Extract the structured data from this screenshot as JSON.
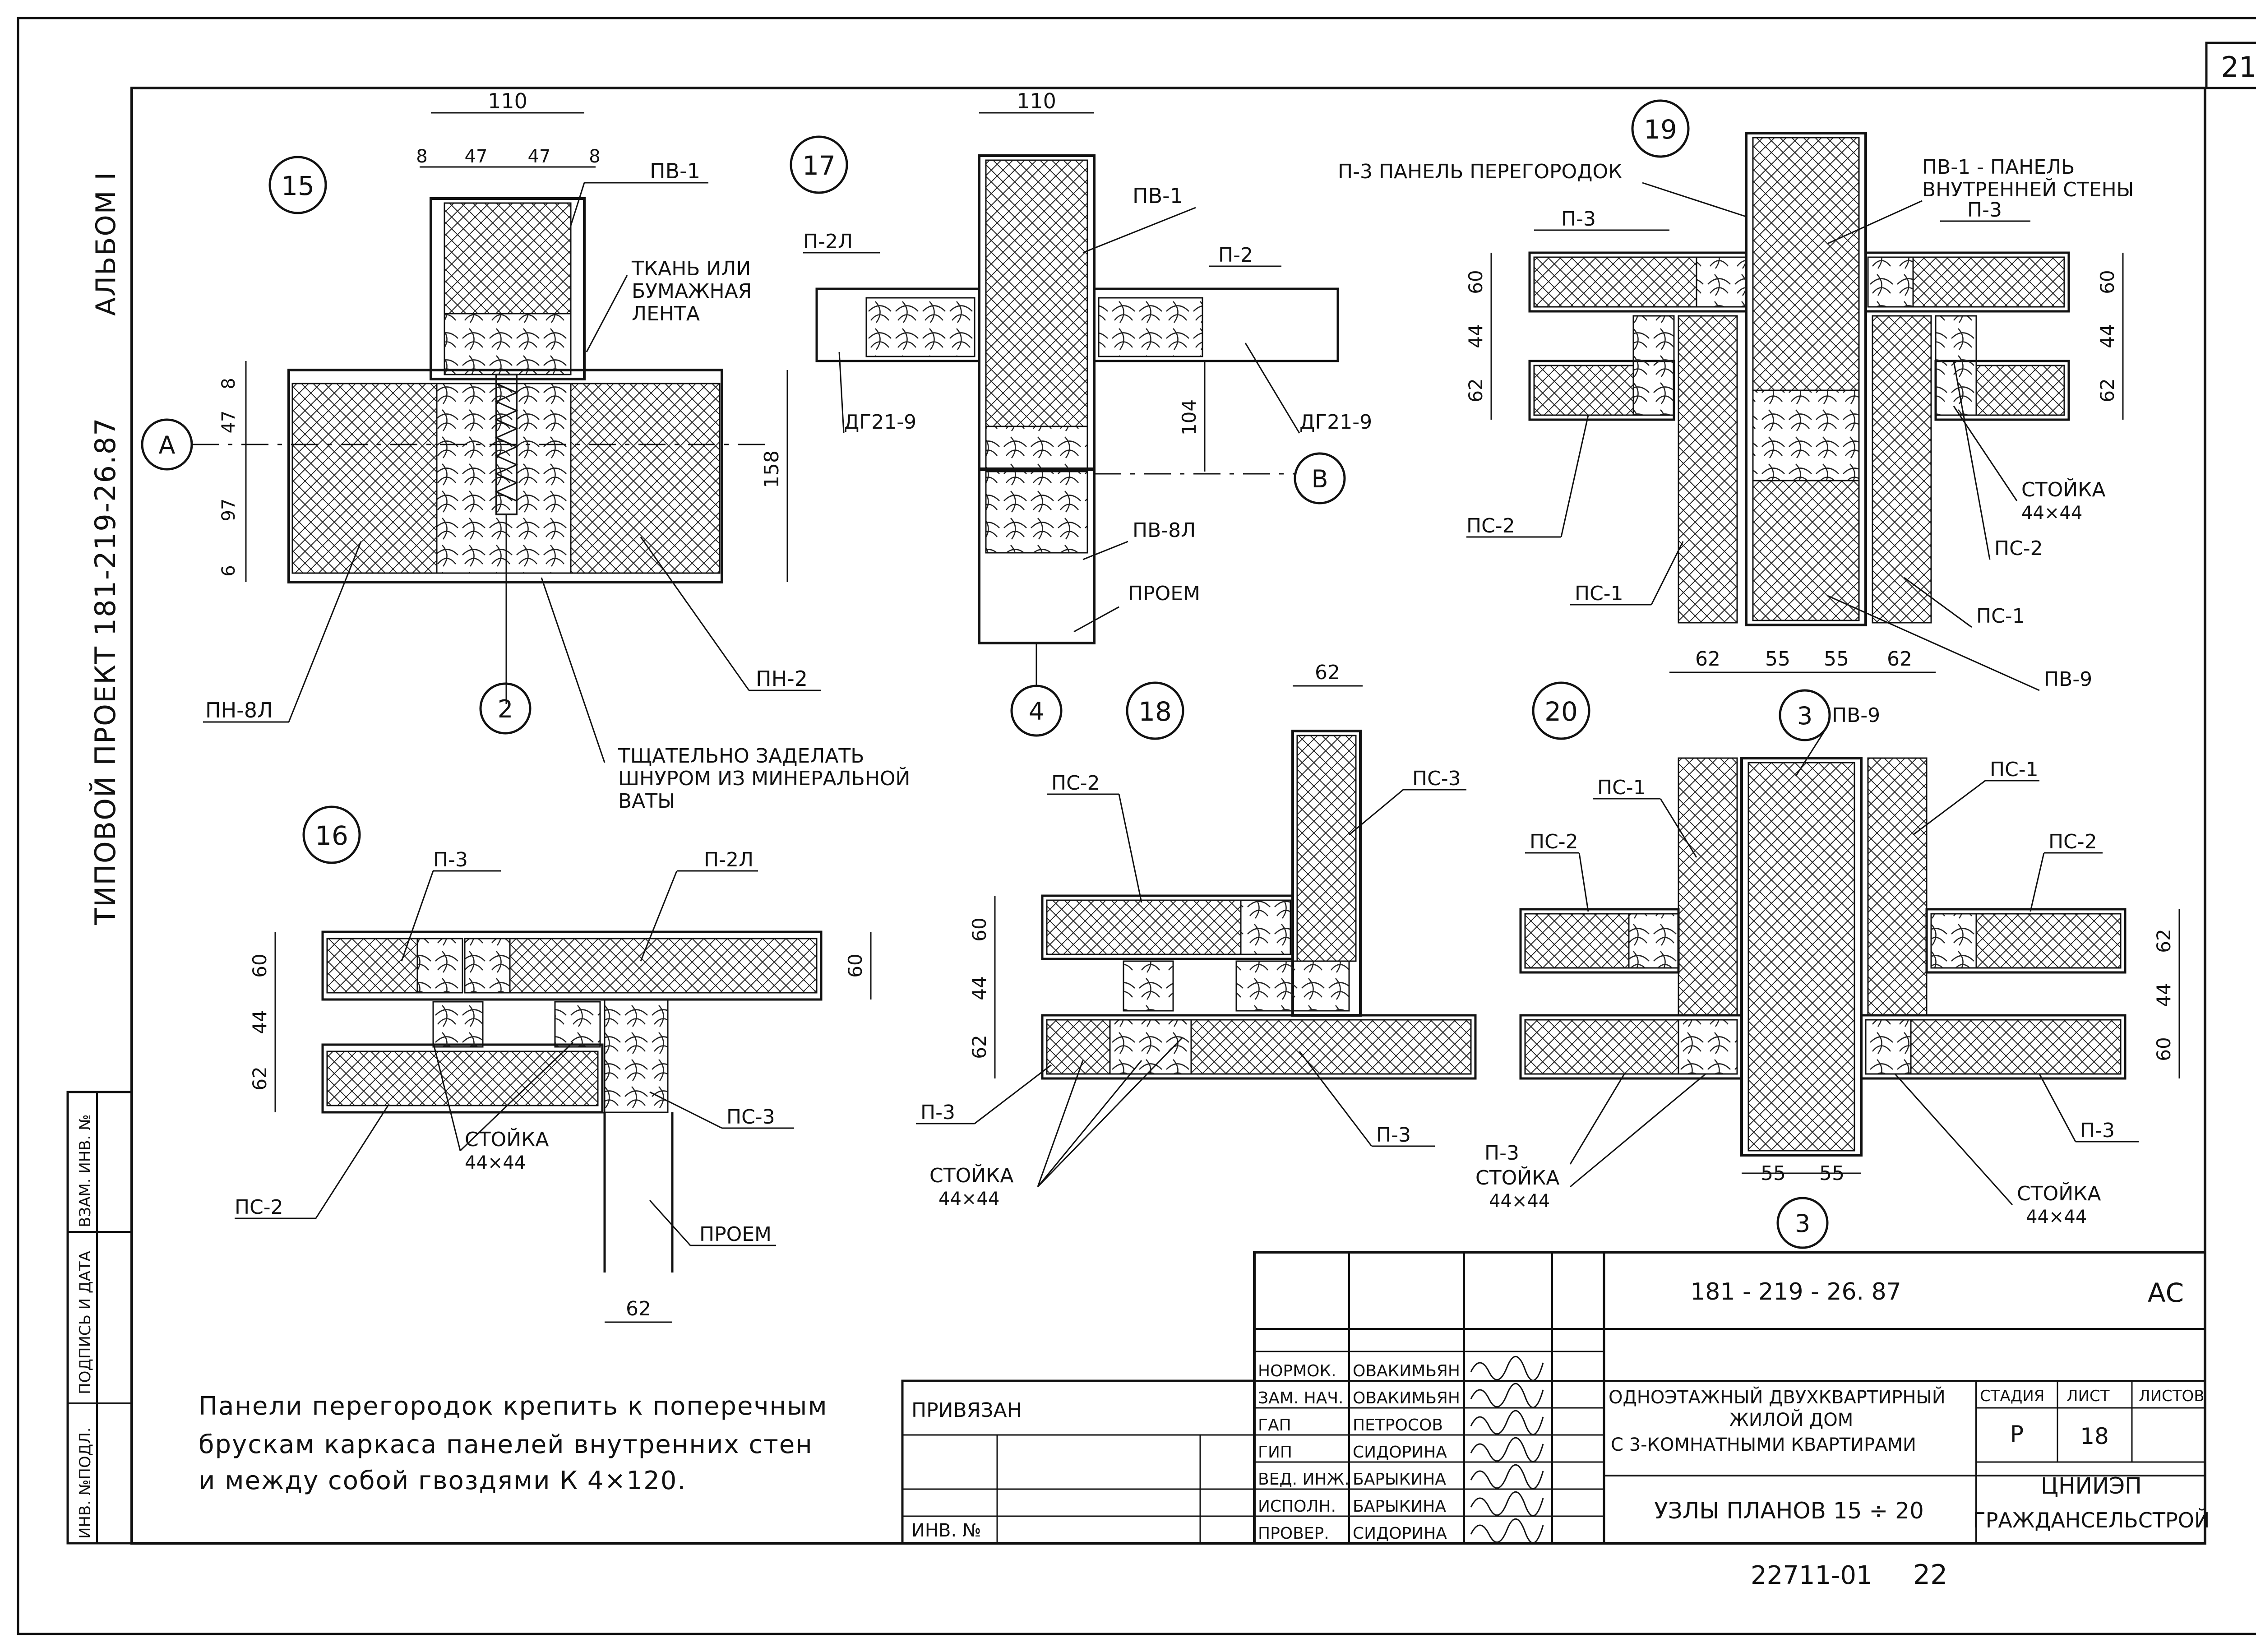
{
  "sheet": {
    "corner_number": "21",
    "album": "АЛЬБОМ I",
    "project": "ТИПОВОЙ ПРОЕКТ 181-219-26.87",
    "side_stamp": [
      "ИНВ. №ПОДЛ.",
      "ПОДПИСЬ И ДАТА",
      "ВЗАМ. ИНВ. №"
    ]
  },
  "nodes": {
    "n15": "15",
    "n16": "16",
    "n17": "17",
    "n18": "18",
    "n19": "19",
    "n20": "20"
  },
  "axes": {
    "a": "А",
    "b": "В",
    "two": "2",
    "four": "4",
    "three_a": "3",
    "three_b": "3"
  },
  "node15": {
    "dim_110": "110",
    "dim_8a": "8",
    "dim_47a": "47",
    "dim_47b": "47",
    "dim_8b": "8",
    "dim_v8": "8",
    "dim_v47": "47",
    "dim_v97": "97",
    "dim_v6": "6",
    "dim_158": "158",
    "pv1": "ПВ-1",
    "tape": [
      "ТКАНЬ ИЛИ",
      "БУМАЖНАЯ",
      "ЛЕНТА"
    ],
    "pn8l": "ПН-8Л",
    "pn2": "ПН-2",
    "note": [
      "ТЩАТЕЛЬНО ЗАДЕЛАТЬ",
      "ШНУРОМ ИЗ МИНЕРАЛЬНОЙ",
      "ВАТЫ"
    ]
  },
  "node16": {
    "p3": "П-3",
    "p2l": "П-2Л",
    "ps3": "ПС-3",
    "ps2": "ПС-2",
    "stoyka": "СТОЙКА",
    "size": "44×44",
    "proem": "ПРОЕМ",
    "dim_60": "60",
    "dim_44": "44",
    "dim_62": "62",
    "dim_60r": "60",
    "dim_62b": "62"
  },
  "node17": {
    "dim_110": "110",
    "p2l": "П-2Л",
    "pv1": "ПВ-1",
    "p2": "П-2",
    "dg_left": "ДГ21-9",
    "dg_right": "ДГ21-9",
    "dim_104": "104",
    "pv8l": "ПВ-8Л",
    "proem": "ПРОЕМ"
  },
  "node18": {
    "dim_62": "62",
    "ps2": "ПС-2",
    "ps3": "ПС-3",
    "p3a": "П-3",
    "p3b": "П-3",
    "stoyka": "СТОЙКА",
    "size": "44×44",
    "dim_60": "60",
    "dim_44": "44",
    "dim_62v": "62"
  },
  "node19": {
    "p3_top": "П-3 ПАНЕЛЬ ПЕРЕГОРОДОК",
    "pv1_top": [
      "ПВ-1 - ПАНЕЛЬ",
      "ВНУТРЕННЕЙ СТЕНЫ"
    ],
    "p3a": "П-3",
    "p3b": "П-3",
    "ps2a": "ПС-2",
    "ps2b": "ПС-2",
    "ps1a": "ПС-1",
    "ps1b": "ПС-1",
    "pv9": "ПВ-9",
    "stoyka": "СТОЙКА",
    "size": "44×44",
    "dims_bottom": [
      "62",
      "55",
      "55",
      "62"
    ],
    "dims_left": [
      "60",
      "44",
      "62"
    ],
    "dims_right": [
      "60",
      "44",
      "62"
    ]
  },
  "node20": {
    "pv9": "ПВ-9",
    "ps1a": "ПС-1",
    "ps1b": "ПС-1",
    "ps2a": "ПС-2",
    "ps2b": "ПС-2",
    "p3a": "П-3",
    "p3b": "П-3",
    "stoyka_l": "СТОЙКА",
    "size_l": "44×44",
    "stoyka_r": "СТОЙКА",
    "size_r": "44×44",
    "dims_bottom": [
      "55",
      "55"
    ],
    "dims_right": [
      "62",
      "44",
      "60"
    ]
  },
  "general_note": [
    "Панели перегородок крепить к поперечным",
    "брускам каркаса панелей внутренних стен",
    "и между собой гвоздями К 4×120."
  ],
  "title_block": {
    "code": "181 - 219 - 26. 87",
    "mark": "АС",
    "privyazan": "ПРИВЯЗАН",
    "inv_no": "ИНВ. №",
    "roles": [
      "НОРМОК.",
      "ЗАМ. НАЧ.",
      "ГАП",
      "ГИП",
      "ВЕД. ИНЖ.",
      "ИСПОЛН.",
      "ПРОВЕР."
    ],
    "names": [
      "ОВАКИМЬЯН",
      "ОВАКИМЬЯН",
      "ПЕТРОСОВ",
      "СИДОРИНА",
      "БАРЫКИНА",
      "БАРЫКИНА",
      "СИДОРИНА"
    ],
    "object": [
      "ОДНОЭТАЖНЫЙ ДВУХКВАРТИРНЫЙ",
      "ЖИЛОЙ ДОМ",
      "С 3-КОМНАТНЫМИ КВАРТИРАМИ"
    ],
    "stage_h": "СТАДИЯ",
    "sheet_h": "ЛИСТ",
    "sheets_h": "ЛИСТОВ",
    "stage": "Р",
    "sheet": "18",
    "sheet_title": "УЗЛЫ ПЛАНОВ 15 ÷ 20",
    "org": [
      "ЦНИИЭП",
      "ГРАЖДАНСЕЛЬСТРОЙ"
    ]
  },
  "footer": {
    "archive": "22711-01",
    "page": "22"
  }
}
